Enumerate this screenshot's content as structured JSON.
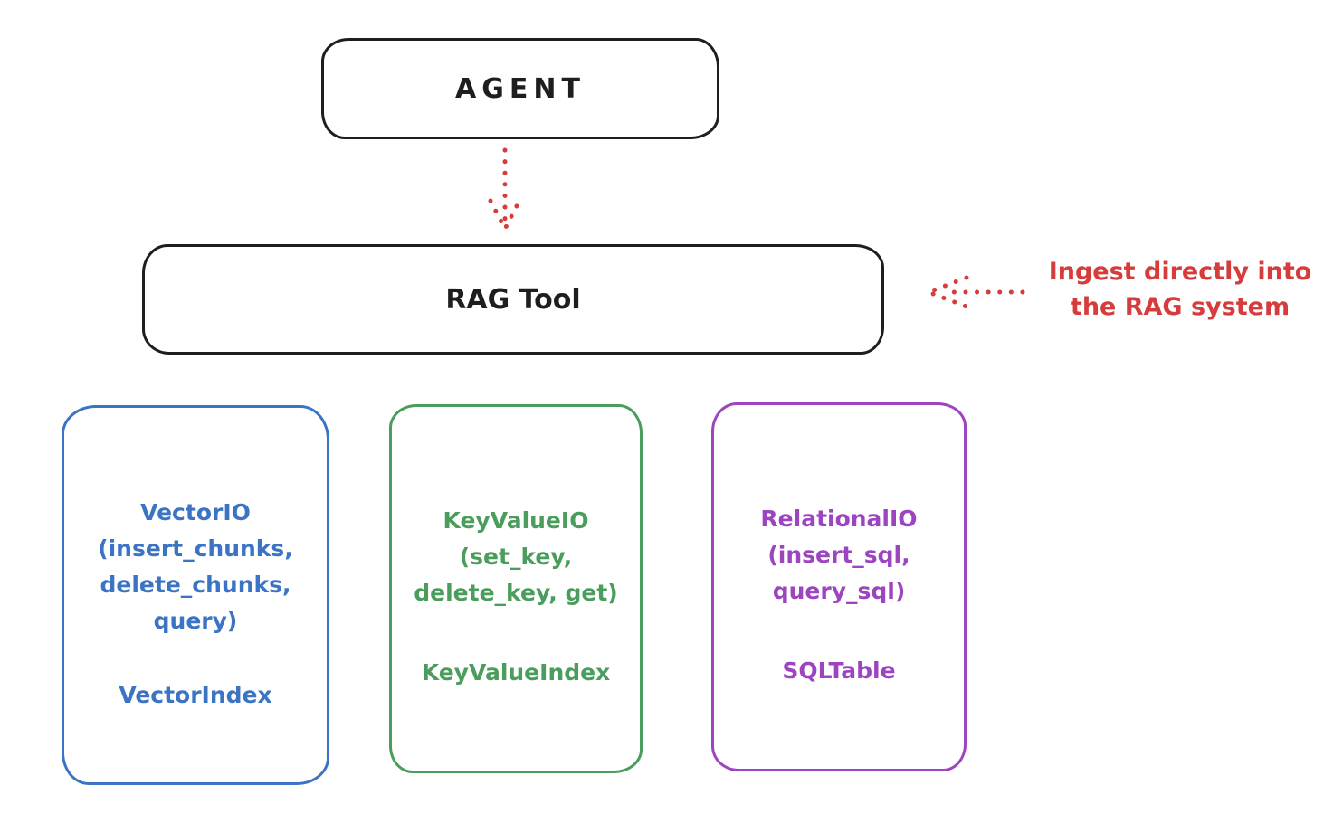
{
  "diagram": {
    "background": "#ffffff",
    "colors": {
      "ink": "#1e1e1e",
      "red": "#d63c3c",
      "blue": "#3b74c4",
      "green": "#4a9d5c",
      "purple": "#9d44c0"
    },
    "icons": {
      "down_arrow": "dotted-arrow-down",
      "left_arrow": "dotted-arrow-left"
    },
    "nodes": {
      "agent": {
        "label": "AGENT"
      },
      "rag_tool": {
        "label": "RAG Tool"
      },
      "vector_io": {
        "accent": "#3b74c4",
        "title_lines": [
          "VectorIO",
          "(insert_chunks,",
          "delete_chunks,",
          "query)"
        ],
        "index_label": "VectorIndex"
      },
      "key_value_io": {
        "accent": "#4a9d5c",
        "title_lines": [
          "KeyValueIO",
          "(set_key,",
          "delete_key, get)"
        ],
        "index_label": "KeyValueIndex"
      },
      "relational_io": {
        "accent": "#9d44c0",
        "title_lines": [
          "RelationalIO",
          "(insert_sql,",
          "query_sql)"
        ],
        "index_label": "SQLTable"
      }
    },
    "annotation": {
      "color": "#d63c3c",
      "line1": "Ingest directly into",
      "line2": "the RAG system"
    }
  }
}
